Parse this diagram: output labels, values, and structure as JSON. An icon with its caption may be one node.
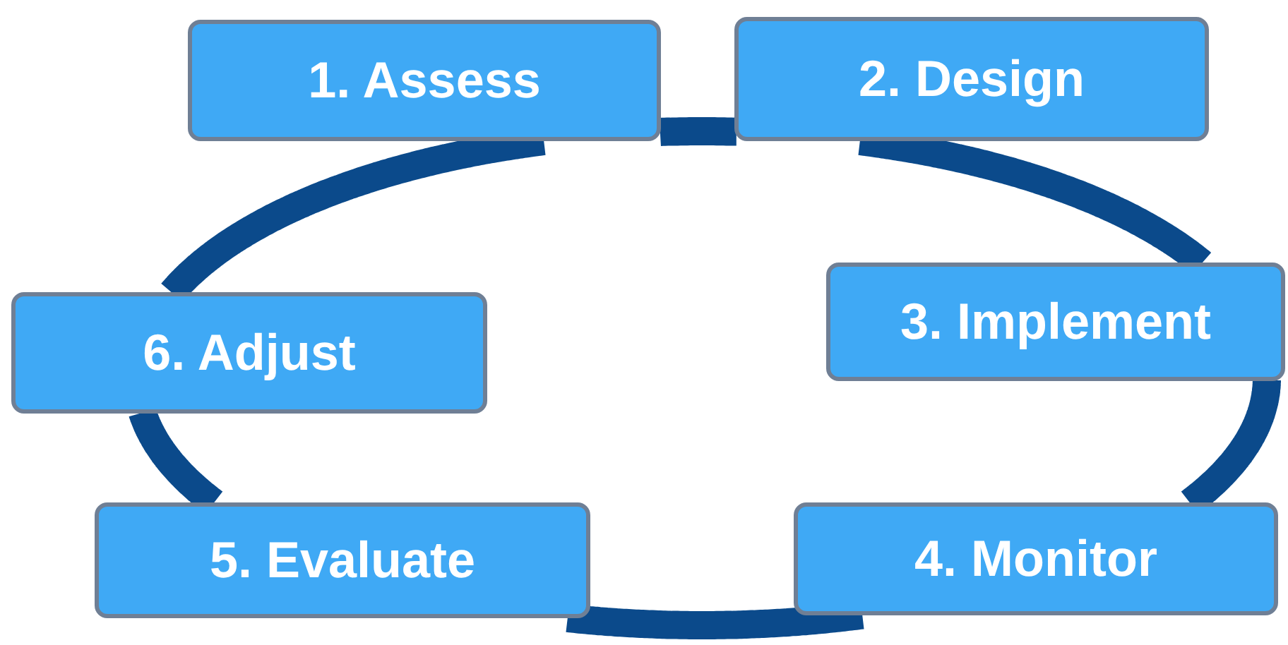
{
  "diagram": {
    "nodes": [
      {
        "text": [
          "1. Assess"
        ]
      },
      {
        "text": [
          "2. Design"
        ]
      },
      {
        "text": [
          "3. Implement"
        ]
      },
      {
        "text": [
          "4. Monitor"
        ]
      },
      {
        "text": [
          "5. Evaluate"
        ]
      },
      {
        "text": [
          "6. Adjust"
        ]
      }
    ],
    "edges": [
      {
        "from": 0,
        "to": 1,
        "arrow": "none"
      },
      {
        "from": 1,
        "to": 2,
        "arrow": "none"
      },
      {
        "from": 2,
        "to": 3,
        "arrow": "none"
      },
      {
        "from": 3,
        "to": 4,
        "arrow": "none"
      },
      {
        "from": 4,
        "to": 5,
        "arrow": "none"
      },
      {
        "from": 5,
        "to": 0,
        "arrow": "none"
      }
    ]
  }
}
